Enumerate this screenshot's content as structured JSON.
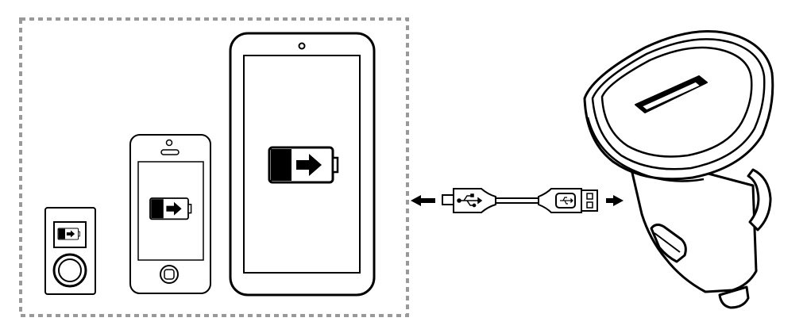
{
  "diagram": {
    "devices": [
      {
        "name": "mp3-player",
        "battery_fill": 0.45
      },
      {
        "name": "smartphone",
        "battery_fill": 0.45
      },
      {
        "name": "tablet",
        "battery_fill": 0.45
      }
    ],
    "cable": {
      "left_connector": "micro-usb",
      "right_connector": "usb-a",
      "symbol_icon": "usb-icon"
    },
    "charger": {
      "type": "car-charger",
      "port": "usb-port"
    },
    "colors": {
      "stroke": "#000000",
      "background": "#ffffff",
      "dashed_border": "#999999"
    }
  }
}
